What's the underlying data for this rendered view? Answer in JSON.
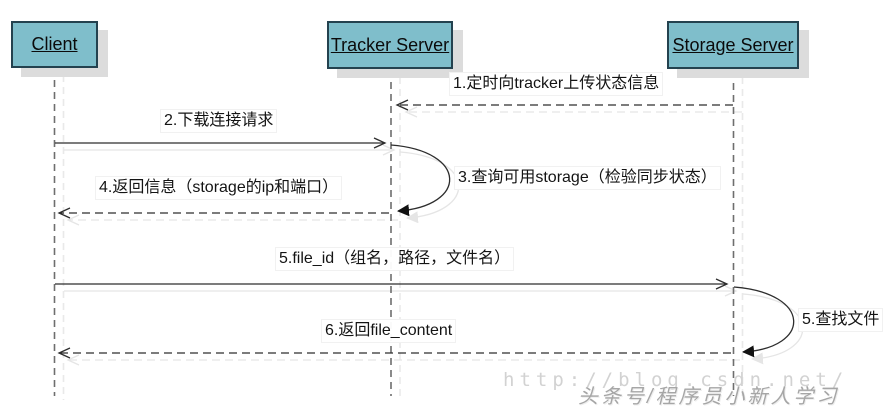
{
  "diagram": {
    "participants": [
      {
        "id": "client",
        "name": "Client"
      },
      {
        "id": "tracker",
        "name": "Tracker Server"
      },
      {
        "id": "storage",
        "name": "Storage Server"
      }
    ],
    "messages": [
      {
        "label": "1.定时向tracker上传状态信息",
        "from": "storage",
        "to": "tracker",
        "line": "dashed",
        "arrow": "open"
      },
      {
        "label": "2.下载连接请求",
        "from": "client",
        "to": "tracker",
        "line": "solid",
        "arrow": "open"
      },
      {
        "label": "3.查询可用storage（检验同步状态）",
        "from": "tracker",
        "to": "tracker",
        "line": "self-loop",
        "arrow": "filled"
      },
      {
        "label": "4.返回信息（storage的ip和端口）",
        "from": "tracker",
        "to": "client",
        "line": "dashed",
        "arrow": "open"
      },
      {
        "label": "5.file_id（组名，路径，文件名）",
        "from": "client",
        "to": "storage",
        "line": "solid",
        "arrow": "open"
      },
      {
        "label": "5.查找文件",
        "from": "storage",
        "to": "storage",
        "line": "self-loop",
        "arrow": "filled"
      },
      {
        "label": "6.返回file_content",
        "from": "storage",
        "to": "client",
        "line": "dashed",
        "arrow": "open"
      }
    ],
    "colors": {
      "actor_fill": "#7fbecb",
      "actor_border": "#24424f",
      "drop_shadow": "#dcdcdc",
      "message_line": "#2d2d2d",
      "lifeline": "#6e6e6e",
      "echo_line": "#e5e5e5",
      "background": "#ffffff"
    }
  },
  "watermark": {
    "url": "http://blog.csdn.net/",
    "credit": "头条号/程序员小新人学习"
  }
}
